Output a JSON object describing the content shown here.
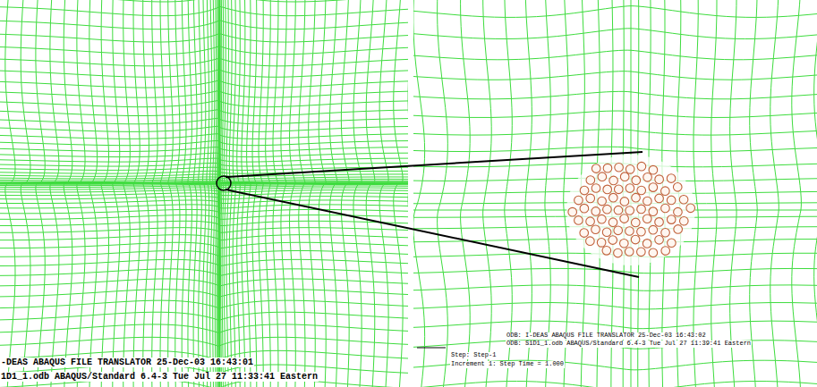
{
  "diagram": {
    "labels": [
      "-DEAS ABAQUS FILE TRANSLATOR   25-Dec-03   16:43:01",
      "1D1_1.odb    ABAQUS/Standard 6.4-3    Tue Jul 27 11:33:41 Eastern",
      "ODB: I-DEAS ABAQUS FILE TRANSLATOR  25-Dec-03   16:43:02",
      "ODB: S1D1_1.odb   ABAQUS/Standard 6.4-3   Tue Jul 27 11:39:41 Eastern",
      "Step: Step-1",
      "Increment    1: Step Time =    1.000"
    ]
  }
}
